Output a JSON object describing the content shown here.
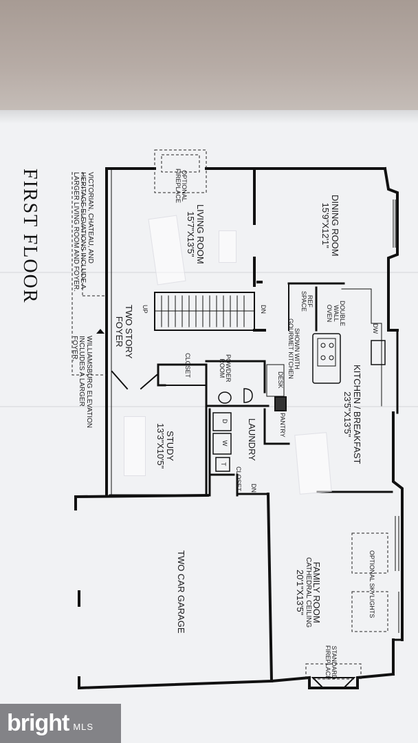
{
  "plan": {
    "title": "FIRST FLOOR",
    "note_lines": [
      "VICTORIAN, CHATEAU, AND",
      "HERITAGE ELEVATIONS INCLUDE A",
      "LARGER LIVING ROOM AND FOYER."
    ],
    "note_right_lines": [
      "WILLIAMSBURG ELEVATION",
      "INCLUDES A LARGER",
      "FOYER."
    ],
    "rooms": {
      "optional_fireplace": [
        "OPTIONAL",
        "FIREPLACE"
      ],
      "living_room": {
        "name": "LIVING ROOM",
        "dims": "15'7\"X13'5\""
      },
      "dining_room": {
        "name": "DINING ROOM",
        "dims": "15'9\"X12'1\""
      },
      "foyer": {
        "name": "TWO STORY",
        "dims": "FOYER"
      },
      "stairs_up": "UP",
      "stairs_dn": "DN",
      "ref_space": [
        "REF",
        "SPACE"
      ],
      "double_wall_oven": [
        "DOUBLE",
        "WALL",
        "OVEN"
      ],
      "gourmet_kitchen": [
        "SHOWN WITH",
        "GOURMET KITCHEN"
      ],
      "dw": "DW",
      "kitchen": {
        "name": "KITCHEN / BREAKFAST",
        "dims": "23'5\"X13'5\""
      },
      "desk": "DESK",
      "pantry": "PANTRY",
      "closet_foyer": "CLOSET",
      "powder_room": [
        "POWDER",
        "ROOM"
      ],
      "laundry": "LAUNDRY",
      "dryer": "D",
      "washer": "W",
      "tub": "T",
      "closet_laundry": "CLOSET",
      "dn_garage": "DN",
      "study": {
        "name": "STUDY",
        "dims": "13'3\"X10'5\""
      },
      "garage": "TWO CAR GARAGE",
      "family_room": {
        "name": "FAMILY ROOM",
        "sub": "CATHEDRAL CEILING",
        "dims": "20'1\"X13'5\""
      },
      "optional_skylights": "OPTIONAL SKYLIGHTS",
      "standard_fireplace": [
        "STANDARD",
        "FIREPLACE"
      ]
    }
  },
  "watermark": {
    "brand": "bright",
    "suffix": "MLS"
  },
  "colors": {
    "wall": "#111111",
    "paper": "#f1f2f4",
    "background": "#b5aba5"
  }
}
